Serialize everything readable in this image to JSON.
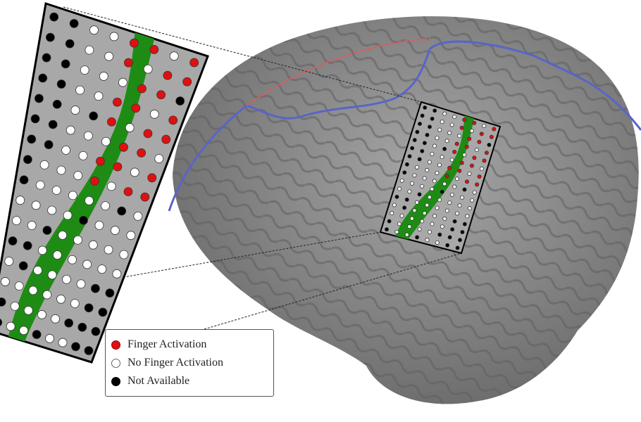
{
  "legend": {
    "items": [
      {
        "label": "Finger Activation",
        "color": "#e01010"
      },
      {
        "label": "No Finger Activation",
        "color": "#ffffff"
      },
      {
        "label": "Not Available",
        "color": "#000000"
      }
    ]
  },
  "colors": {
    "brain": "#8c8c8c",
    "sulcus_line": "#5a64c8",
    "dashed_line": "#e05a5a",
    "motor_band": "#1e8c14",
    "grid_bg": "#a8a8a8"
  }
}
